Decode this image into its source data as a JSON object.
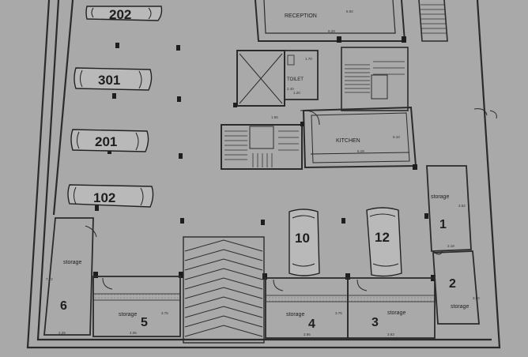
{
  "rooms": {
    "reception": "RECEPTION",
    "toilet": "TOILET",
    "kitchen": "KITCHEN"
  },
  "storage_label": "storage",
  "storage_units": [
    "1",
    "2",
    "3",
    "4",
    "5",
    "6"
  ],
  "parking_spots": [
    "202",
    "301",
    "201",
    "102",
    "10",
    "12"
  ],
  "dimensions": {
    "reception_width": "6.92",
    "reception_lower": "6.28",
    "toilet_w": "1.70",
    "toilet_h": "2.40",
    "toilet_d": "1.20",
    "stair_w": "1.55",
    "kitchen_w": "6.19",
    "kitchen_d": "6.10",
    "storage1_h": "3.62",
    "storage1_w": "2.18",
    "storage2_h": "3.60",
    "storage6_h": "7.72",
    "storage6_w": "2.29",
    "storage5_w": "4.05",
    "storage5_h": "3.75",
    "storage4_w": "3.95",
    "storage4_h": "3.75",
    "storage3_w": "3.93"
  },
  "colors": {
    "paper": "#a9a9a9",
    "ink": "#2b2b2b"
  }
}
